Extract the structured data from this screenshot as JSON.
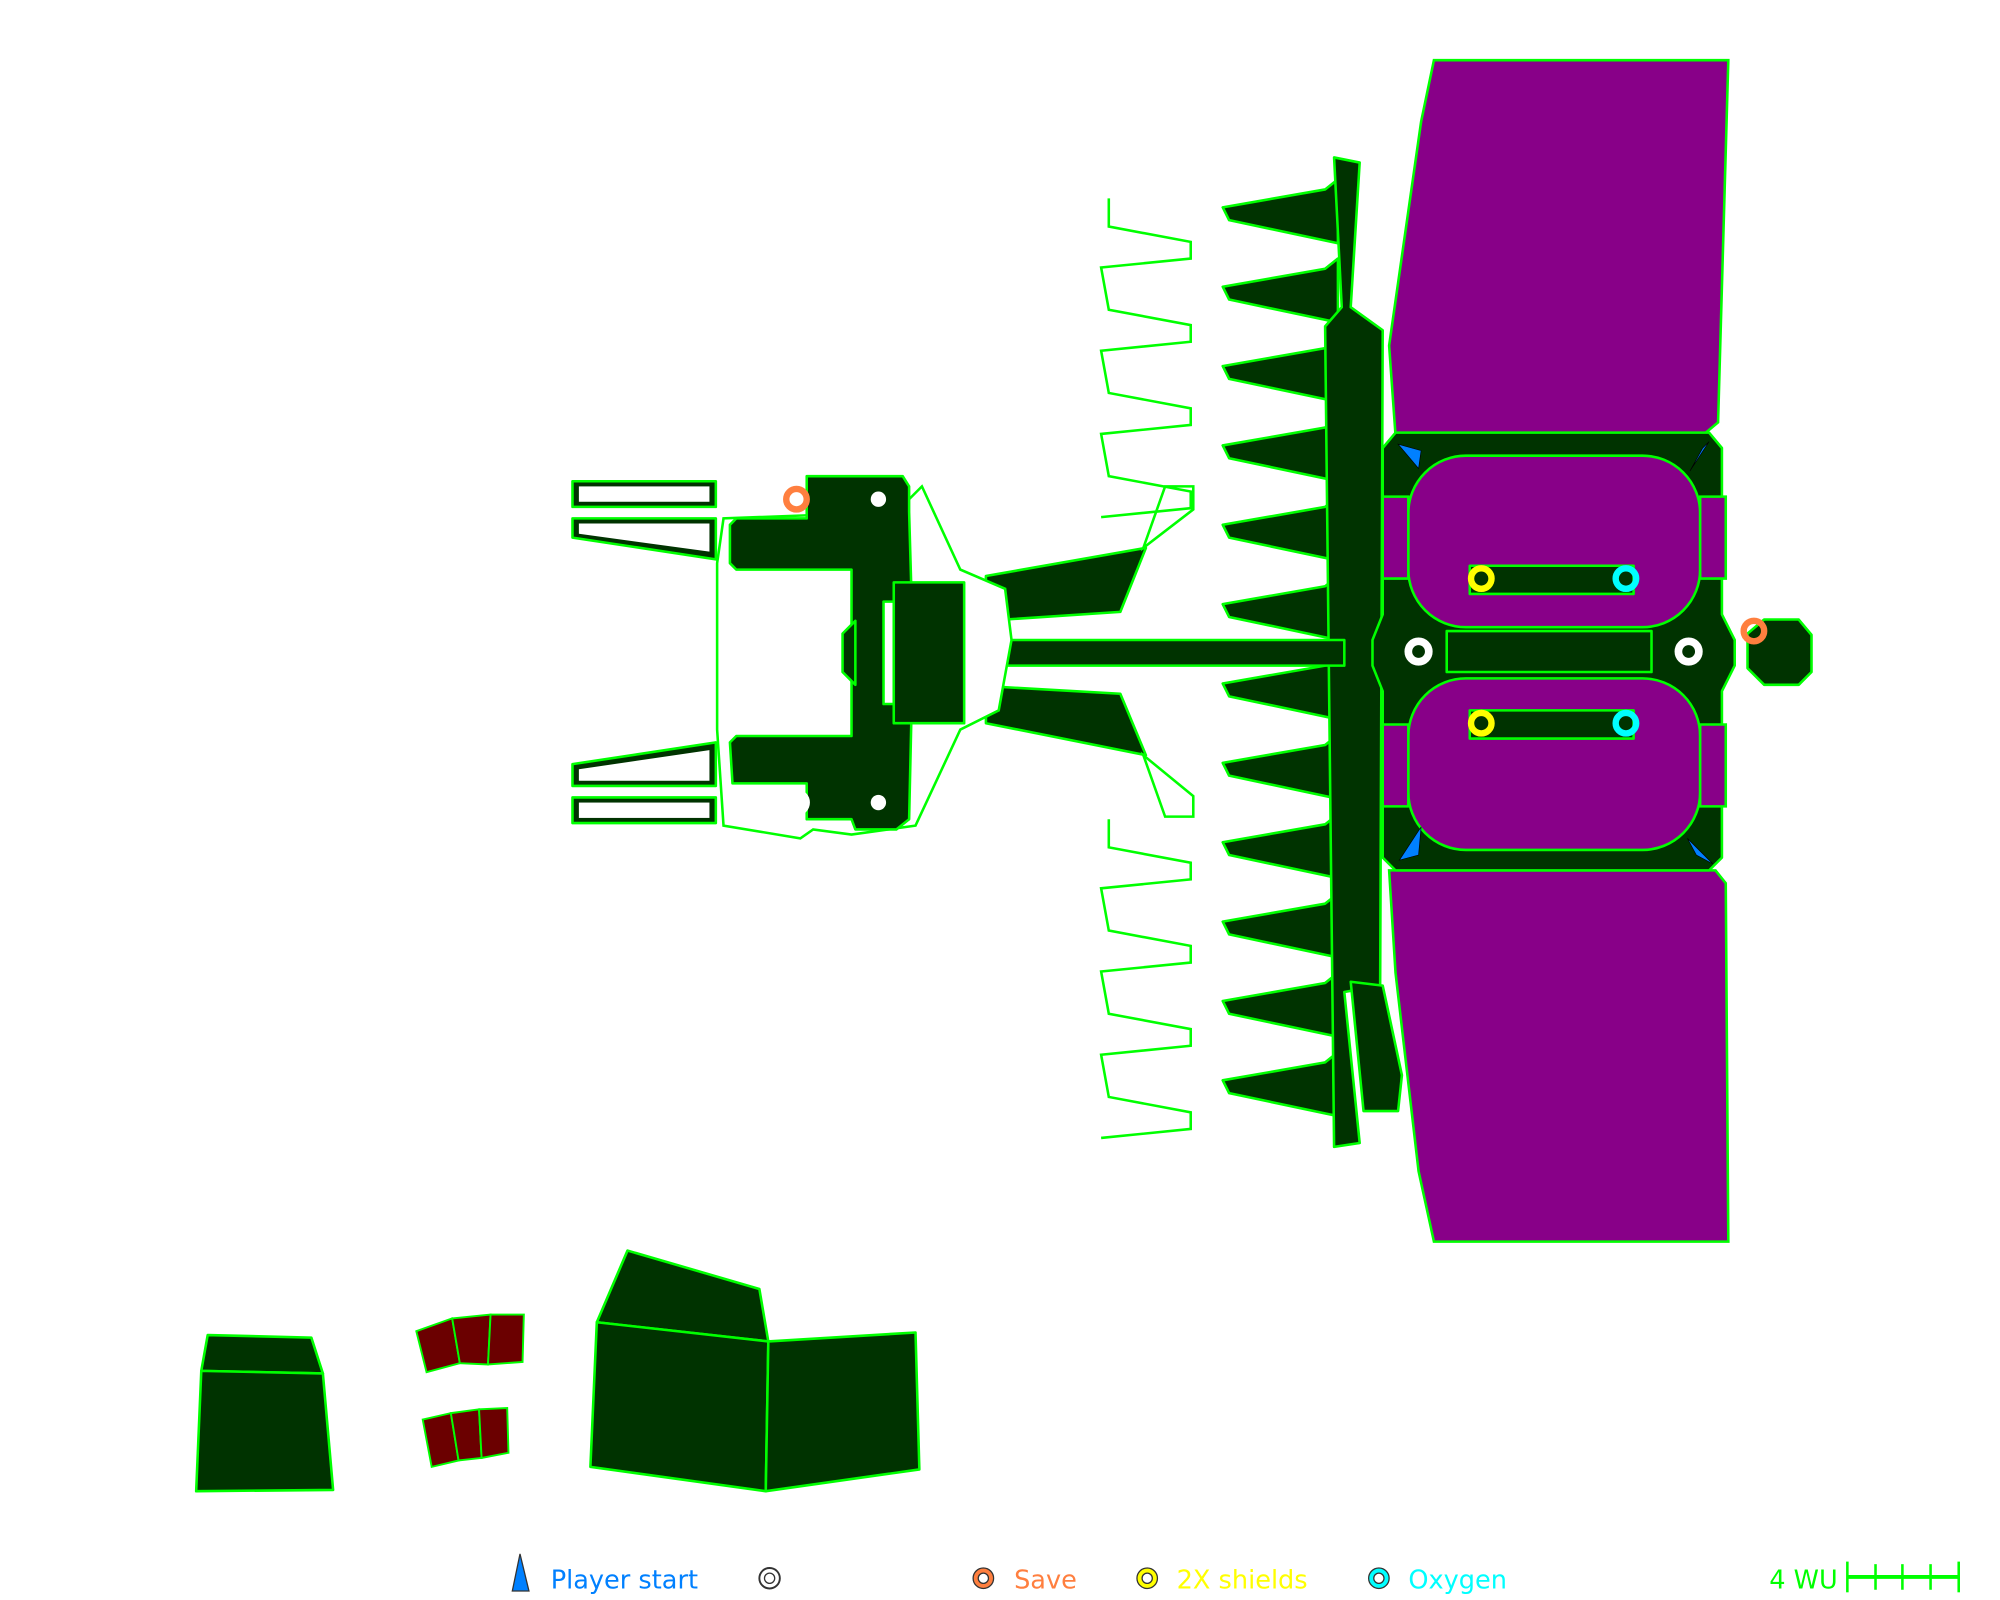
{
  "legend": {
    "player_start": {
      "label": "Player start",
      "color": "#0080ff"
    },
    "white_marker": {
      "label": "",
      "color": "#ffffff"
    },
    "save": {
      "label": "Save",
      "color": "#ff7f3f"
    },
    "shields": {
      "label": "2X shields",
      "color": "#ffff00"
    },
    "oxygen": {
      "label": "Oxygen",
      "color": "#00ffff"
    },
    "scale": {
      "label": "4 WU",
      "color": "#00ff00"
    }
  },
  "colors": {
    "floor": "#003300",
    "wall": "#00ff00",
    "liquid": "#880088",
    "hazard": "#6b0000"
  }
}
